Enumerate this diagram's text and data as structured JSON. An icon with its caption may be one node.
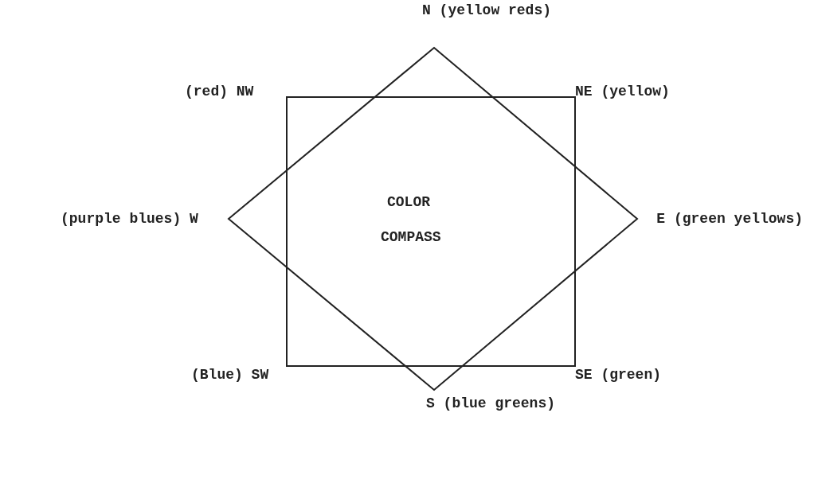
{
  "diagram": {
    "labels": [
      "N (yellow reds)",
      "(red) NW",
      "NE (yellow)",
      "COLOR COMPASS",
      "(purple blues) W",
      "E (green yellows)",
      "(Blue) SW",
      "SE (green)",
      "S (blue greens)"
    ]
  }
}
